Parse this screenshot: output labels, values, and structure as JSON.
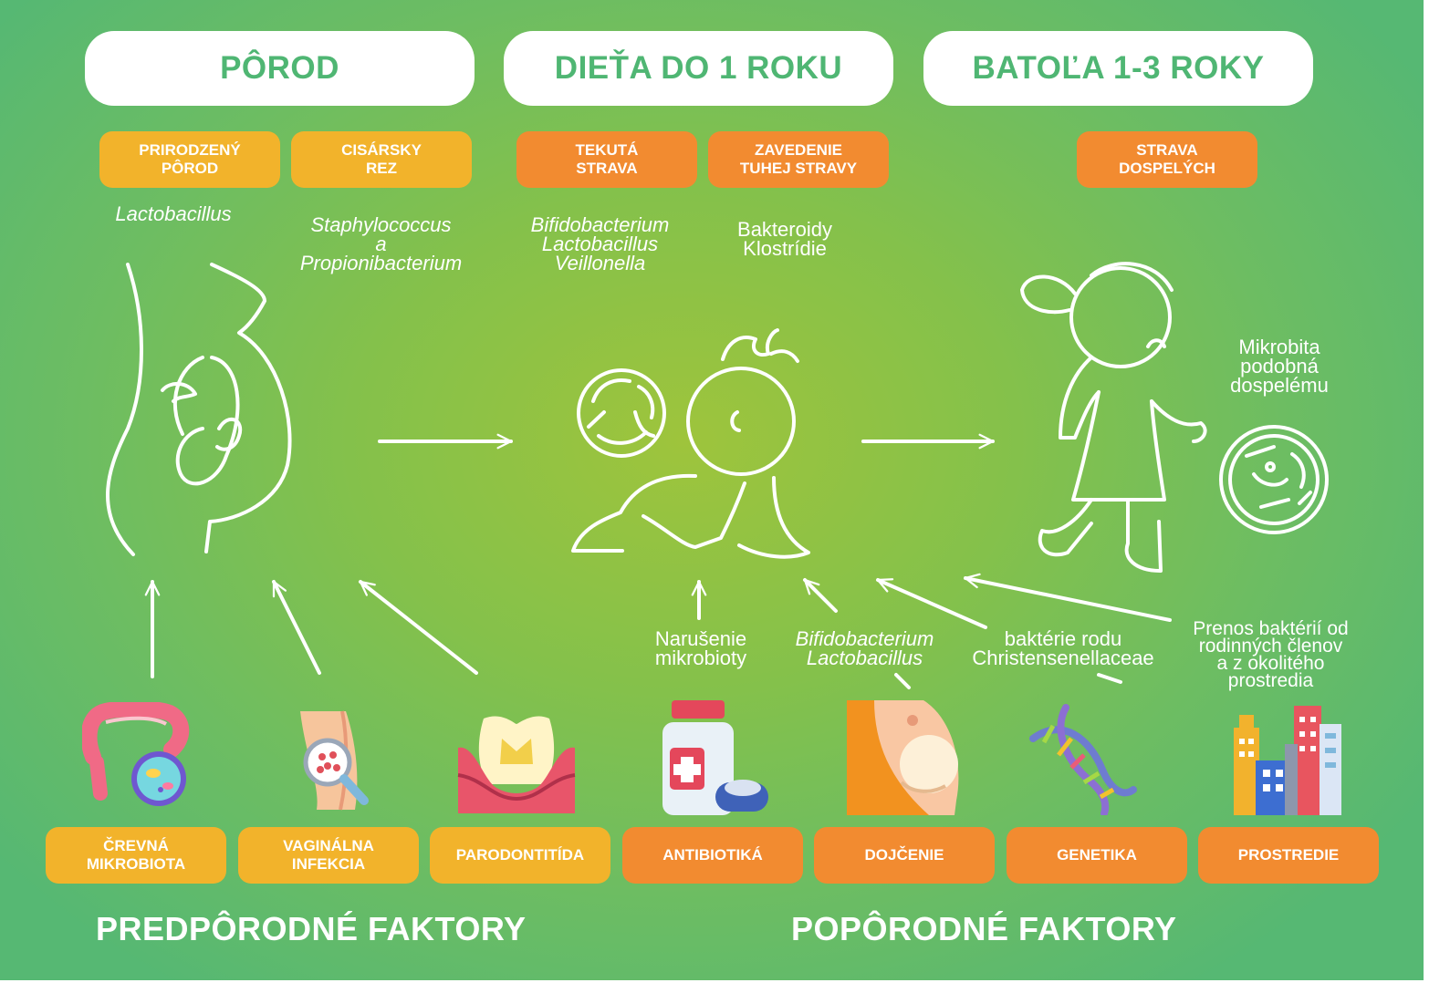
{
  "stages": [
    "PÔROD",
    "DIEŤA DO 1 ROKU",
    "BATOĽA 1-3 ROKY"
  ],
  "tags": {
    "natural_birth": "PRIRODZENÝ\nPÔROD",
    "c_section": "CISÁRSKY\nREZ",
    "liquid_food": "TEKUTÁ\nSTRAVA",
    "solid_food": "ZAVEDENIE\nTUHEJ STRAVY",
    "adult_food": "STRAVA\nDOSPELÝCH"
  },
  "bacteria": {
    "natural_birth": "Lactobacillus",
    "c_section": "Staphylococcus\na\nPropionibacterium",
    "liquid_food": "Bifidobacterium\nLactobacillus\nVeillonella",
    "solid_food": "Bakteroidy\nKlostrídie",
    "toddler": "Mikrobita\npodobná\ndospelému"
  },
  "factor_notes": {
    "antibiotics": "Narušenie\nmikrobioty",
    "breastfeeding": "Bifidobacterium\nLactobacillus",
    "genetics": "baktérie rodu\nChristensenellaceae",
    "environment": "Prenos baktérií od\nrodinných členov\na z okolitého\nprostredia"
  },
  "factors": [
    {
      "label": "ČREVNÁ\nMIKROBIOTA",
      "icon": "intestine-microbe-icon",
      "color": "yellow"
    },
    {
      "label": "VAGINÁLNA\nINFEKCIA",
      "icon": "vaginal-magnifier-icon",
      "color": "yellow"
    },
    {
      "label": "PARODONTITÍDA",
      "icon": "tooth-gum-icon",
      "color": "yellow"
    },
    {
      "label": "ANTIBIOTIKÁ",
      "icon": "medicine-bottle-icon",
      "color": "orange"
    },
    {
      "label": "DOJČENIE",
      "icon": "breastfeeding-icon",
      "color": "orange"
    },
    {
      "label": "GENETIKA",
      "icon": "dna-icon",
      "color": "orange"
    },
    {
      "label": "PROSTREDIE",
      "icon": "city-buildings-icon",
      "color": "orange"
    }
  ],
  "footers": {
    "prenatal": "PREDPÔRODNÉ FAKTORY",
    "postnatal": "POPÔRODNÉ FAKTORY"
  },
  "colors": {
    "pill_text": "#4fb673",
    "tag_yellow": "#f2b32b",
    "tag_orange": "#f28b30",
    "background_center": "#9ec43c",
    "background_edge": "#56b873"
  }
}
